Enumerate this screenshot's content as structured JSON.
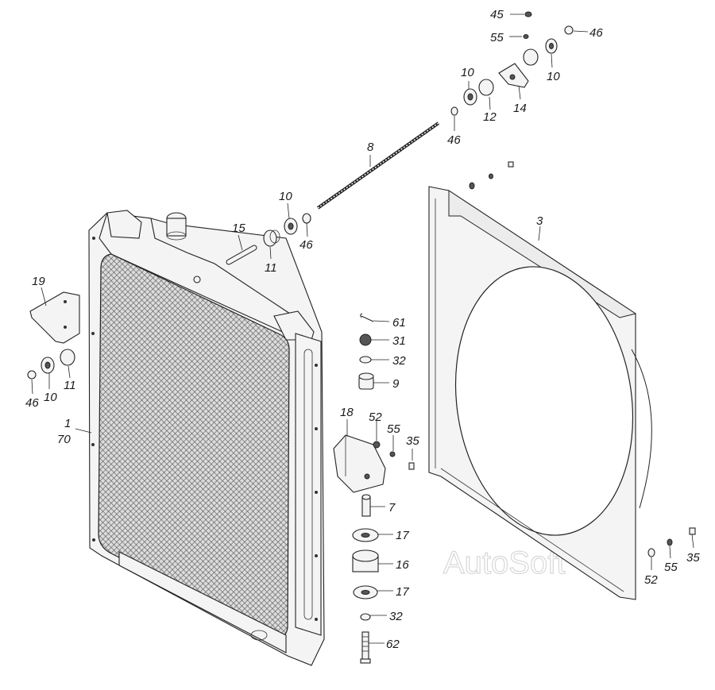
{
  "diagram": {
    "watermark": "AutoSoft",
    "callouts": [
      {
        "id": "c45",
        "text": "45"
      },
      {
        "id": "c55a",
        "text": "55"
      },
      {
        "id": "c46a",
        "text": "46"
      },
      {
        "id": "c10a",
        "text": "10"
      },
      {
        "id": "c10b",
        "text": "10"
      },
      {
        "id": "c12",
        "text": "12"
      },
      {
        "id": "c14",
        "text": "14"
      },
      {
        "id": "c46b",
        "text": "46"
      },
      {
        "id": "c8",
        "text": "8"
      },
      {
        "id": "c10c",
        "text": "10"
      },
      {
        "id": "c46c",
        "text": "46"
      },
      {
        "id": "c15",
        "text": "15"
      },
      {
        "id": "c11a",
        "text": "11"
      },
      {
        "id": "c3",
        "text": "3"
      },
      {
        "id": "c19",
        "text": "19"
      },
      {
        "id": "c10d",
        "text": "10"
      },
      {
        "id": "c11b",
        "text": "11"
      },
      {
        "id": "c46d",
        "text": "46"
      },
      {
        "id": "c1",
        "text": "1"
      },
      {
        "id": "c70",
        "text": "70"
      },
      {
        "id": "c61",
        "text": "61"
      },
      {
        "id": "c31",
        "text": "31"
      },
      {
        "id": "c32a",
        "text": "32"
      },
      {
        "id": "c9",
        "text": "9"
      },
      {
        "id": "c18",
        "text": "18"
      },
      {
        "id": "c52a",
        "text": "52"
      },
      {
        "id": "c55b",
        "text": "55"
      },
      {
        "id": "c35a",
        "text": "35"
      },
      {
        "id": "c7",
        "text": "7"
      },
      {
        "id": "c17a",
        "text": "17"
      },
      {
        "id": "c16",
        "text": "16"
      },
      {
        "id": "c17b",
        "text": "17"
      },
      {
        "id": "c32b",
        "text": "32"
      },
      {
        "id": "c62",
        "text": "62"
      },
      {
        "id": "c52b",
        "text": "52"
      },
      {
        "id": "c55c",
        "text": "55"
      },
      {
        "id": "c35b",
        "text": "35"
      }
    ]
  }
}
